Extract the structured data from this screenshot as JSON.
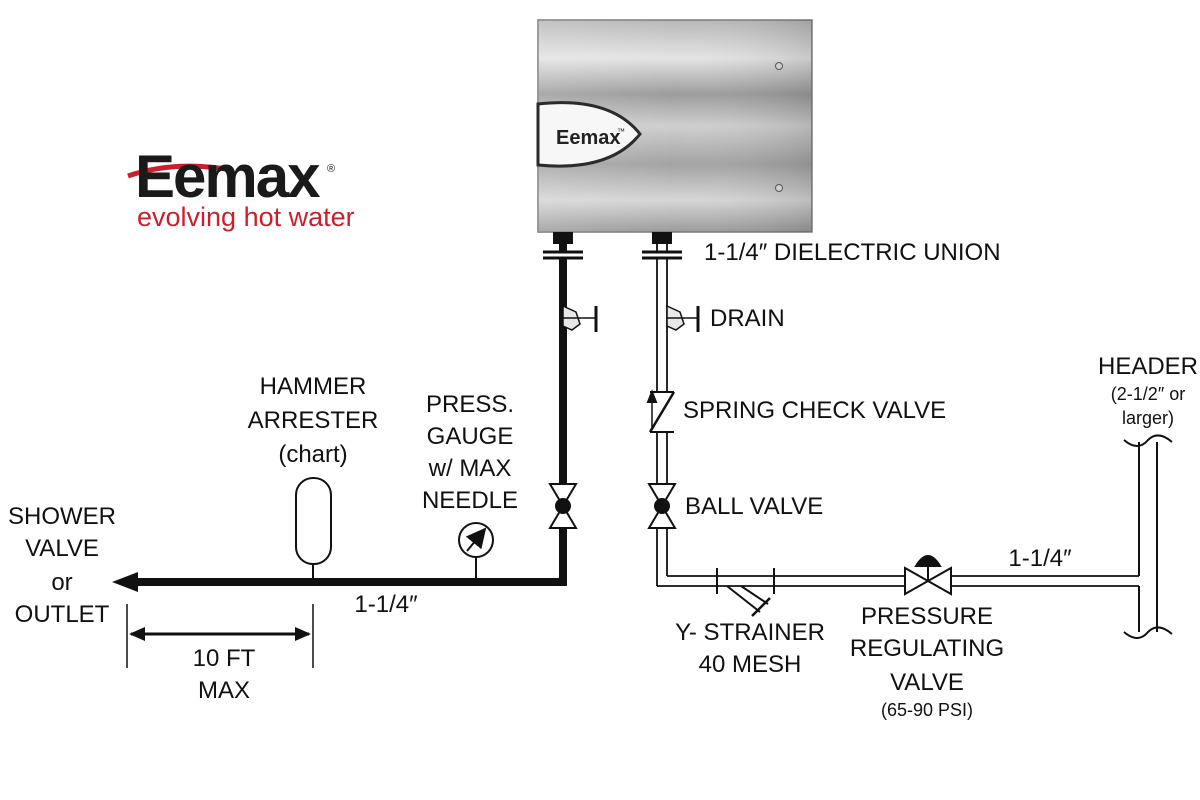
{
  "logo": {
    "wordmark": "Eemax",
    "registered": "®",
    "tagline": "evolving hot water",
    "brand_color": "#c8202f"
  },
  "heater": {
    "brand": "Eemax",
    "trademark": "™"
  },
  "labels": {
    "union": "1-1/4″ DIELECTRIC UNION",
    "drain": "DRAIN",
    "check_valve": "SPRING CHECK VALVE",
    "ball_valve": "BALL VALVE",
    "header": "HEADER",
    "header_size_1": "(2-1/2″ or",
    "header_size_2": "larger)",
    "pipe_size_right": "1-1/4″",
    "pipe_size_left": "1-1/4″",
    "prv_1": "PRESSURE",
    "prv_2": "REGULATING",
    "prv_3": "VALVE",
    "prv_psi": "(65-90 PSI)",
    "strainer_1": "Y- STRAINER",
    "strainer_2": "40 MESH",
    "gauge_1": "PRESS.",
    "gauge_2": "GAUGE",
    "gauge_3": "w/ MAX",
    "gauge_4": "NEEDLE",
    "arrester_1": "HAMMER",
    "arrester_2": "ARRESTER",
    "arrester_3": "(chart)",
    "outlet_1": "SHOWER",
    "outlet_2": "VALVE",
    "outlet_3": "or",
    "outlet_4": "OUTLET",
    "distance_1": "10 FT",
    "distance_2": "MAX"
  },
  "colors": {
    "line": "#111111",
    "steel_light": "#d9d9d9",
    "steel_dark": "#8e8e8e"
  }
}
